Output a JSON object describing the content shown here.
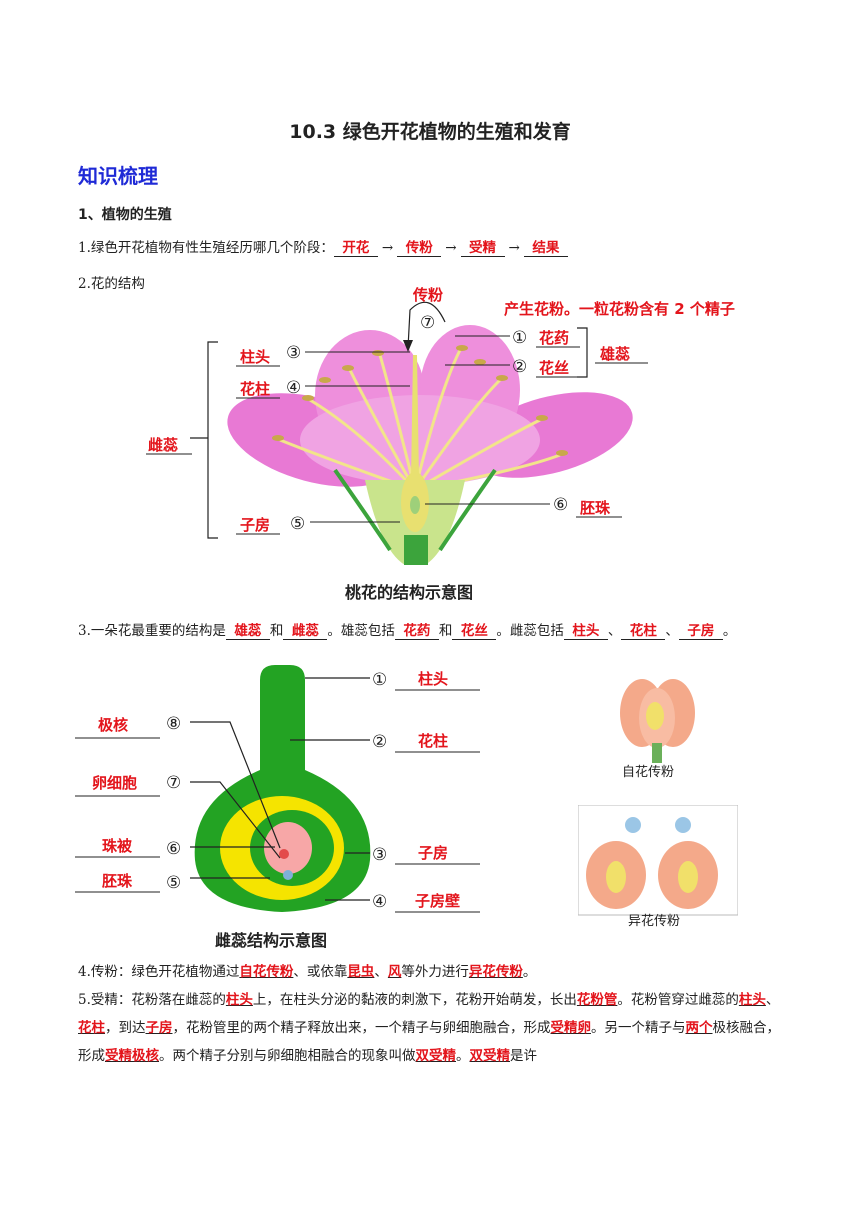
{
  "title": "10.3 绿色开花植物的生殖和发育",
  "section_title": "知识梳理",
  "sub_title": "1、植物的生殖",
  "q1": {
    "prefix": "1.绿色开花植物有性生殖经历哪几个阶段：",
    "stages": [
      "开花",
      "传粉",
      "受精",
      "结果"
    ],
    "arrow": "→"
  },
  "q2_label": "2.花的结构",
  "flower_diagram": {
    "caption": "桃花的结构示意图",
    "pollination_label": "传粉",
    "anther_note": "产生花粉。一粒花粉含有 2 个精子",
    "labels": {
      "stigma": "柱头",
      "style": "花柱",
      "pistil": "雌蕊",
      "ovary": "子房",
      "anther": "花药",
      "filament": "花丝",
      "stamen": "雄蕊",
      "ovule": "胚珠"
    },
    "numbers": [
      "①",
      "②",
      "③",
      "④",
      "⑤",
      "⑥",
      "⑦"
    ]
  },
  "q3": {
    "t1": "3.一朵花最重要的结构是",
    "a1": "雄蕊",
    "t2": "和",
    "a2": "雌蕊",
    "t3": "。雄蕊包括",
    "a3": "花药",
    "t4": "和",
    "a4": "花丝",
    "t5": "。雌蕊包括",
    "a5": "柱头",
    "sep1": "、",
    "a6": "花柱",
    "sep2": "、",
    "a7": "子房",
    "end": "。"
  },
  "pistil_diagram": {
    "caption": "雌蕊结构示意图",
    "numbers": [
      "①",
      "②",
      "③",
      "④",
      "⑤",
      "⑥",
      "⑦",
      "⑧"
    ],
    "labels": {
      "stigma": "柱头",
      "style": "花柱",
      "ovary": "子房",
      "ovary_wall": "子房壁",
      "polar_nuclei": "极核",
      "egg_cell": "卵细胞",
      "integument": "珠被",
      "ovule": "胚珠"
    }
  },
  "self_pollination_caption": "自花传粉",
  "cross_pollination_caption": "异花传粉",
  "q4": {
    "t1": "4.传粉：绿色开花植物通过",
    "a1": "自花传粉",
    "t2": "、或依靠",
    "a2": "昆虫",
    "t3": "、",
    "a3": "风",
    "t4": "等外力进行",
    "a4": "异花传粉",
    "end": "。"
  },
  "q5": {
    "t1": "5.受精：花粉落在雌蕊的",
    "a1": "柱头",
    "t2": "上，在柱头分泌的黏液的刺激下，花粉开始萌发，长出",
    "a2": "花粉管",
    "t3": "。花粉管穿过雌蕊的",
    "a3": "柱头",
    "t4": "、",
    "a4": "花柱",
    "t5": "，到达",
    "a5": "子房",
    "t6": "，花粉管里的两个精子释放出来，一个精子与卵细胞融合，形成",
    "a6": "受精卵",
    "t7": "。另一个精子与",
    "a7": "两个",
    "t8": "极核融合，形成",
    "a8": "受精极核",
    "t9": "。两个精子分别与卵细胞相融合的现象叫做",
    "a9": "双受精",
    "t10": "。",
    "a10": "双受精",
    "t11": "是许"
  },
  "colors": {
    "answer": "#e3151c",
    "section": "#1f2ad6",
    "petal": "#e879d4",
    "filament": "#f2e58a",
    "pistil_green": "#23a323",
    "ovary_yellow": "#f5e400",
    "ovule_pink": "#f7a7a7"
  }
}
